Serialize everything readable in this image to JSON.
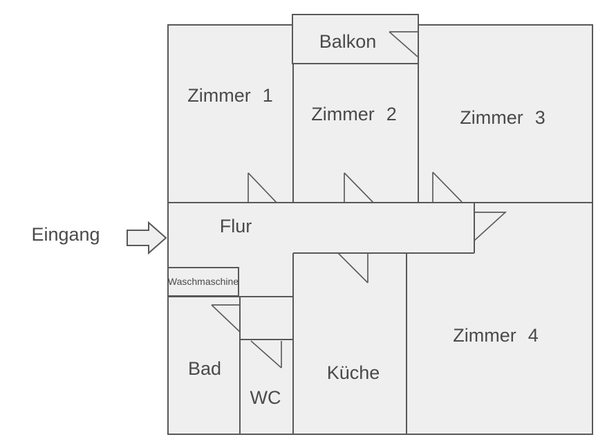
{
  "diagram_type": "apartment-floor-plan",
  "rooms": {
    "balkon": {
      "label": "Balkon"
    },
    "zimmer1": {
      "label": "Zimmer 1"
    },
    "zimmer2": {
      "label": "Zimmer 2"
    },
    "zimmer3": {
      "label": "Zimmer 3"
    },
    "zimmer4": {
      "label": "Zimmer 4"
    },
    "flur": {
      "label": "Flur"
    },
    "kueche": {
      "label": "Küche"
    },
    "bad": {
      "label": "Bad"
    },
    "wc": {
      "label": "WC"
    },
    "waschmaschine": {
      "label": "Waschmaschine"
    }
  },
  "entrance": {
    "label": "Eingang"
  },
  "colors": {
    "room_fill": "#efefef",
    "wall": "#58585a",
    "text": "#4a4a4a",
    "background": "#ffffff"
  }
}
